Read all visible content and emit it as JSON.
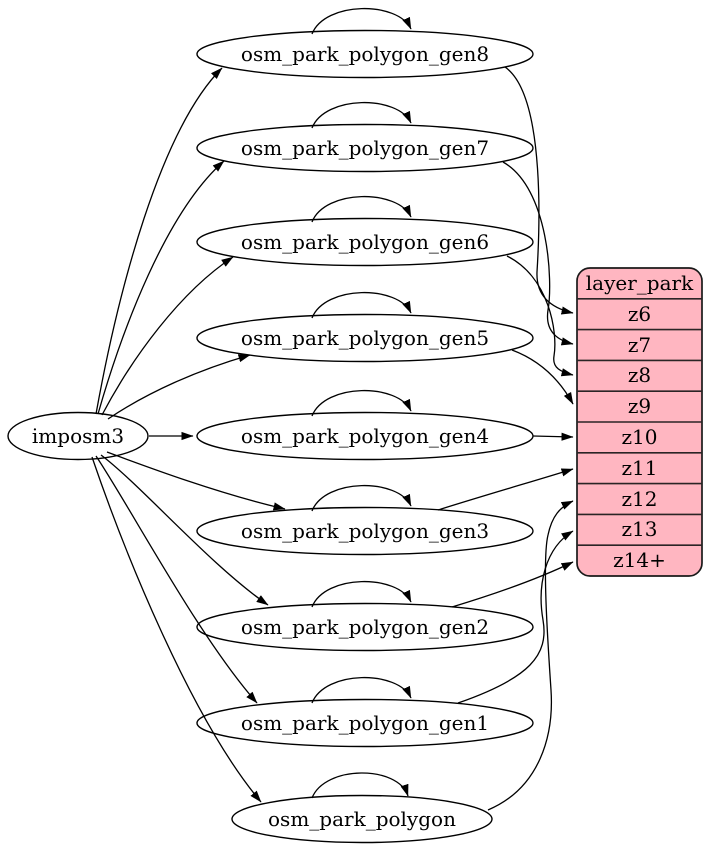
{
  "diagram": {
    "type": "graphviz-dependency-diagram",
    "background": "#ffffff",
    "edge_color": "#000000",
    "node_fill": "#ffffff",
    "node_stroke": "#000000",
    "text_color": "#000000"
  },
  "nodes": [
    {
      "id": "imposm3",
      "label": "imposm3"
    },
    {
      "id": "osm_park_polygon_gen8",
      "label": "osm_park_polygon_gen8"
    },
    {
      "id": "osm_park_polygon_gen7",
      "label": "osm_park_polygon_gen7"
    },
    {
      "id": "osm_park_polygon_gen6",
      "label": "osm_park_polygon_gen6"
    },
    {
      "id": "osm_park_polygon_gen5",
      "label": "osm_park_polygon_gen5"
    },
    {
      "id": "osm_park_polygon_gen4",
      "label": "osm_park_polygon_gen4"
    },
    {
      "id": "osm_park_polygon_gen3",
      "label": "osm_park_polygon_gen3"
    },
    {
      "id": "osm_park_polygon_gen2",
      "label": "osm_park_polygon_gen2"
    },
    {
      "id": "osm_park_polygon_gen1",
      "label": "osm_park_polygon_gen1"
    },
    {
      "id": "osm_park_polygon",
      "label": "osm_park_polygon"
    }
  ],
  "record": {
    "title": "layer_park",
    "rows": [
      "z6",
      "z7",
      "z8",
      "z9",
      "z10",
      "z11",
      "z12",
      "z13",
      "z14+"
    ],
    "fill": "#ffb6c1",
    "stroke": "#1a1a1a"
  },
  "edges": [
    {
      "from": "imposm3",
      "to": "osm_park_polygon_gen8"
    },
    {
      "from": "imposm3",
      "to": "osm_park_polygon_gen7"
    },
    {
      "from": "imposm3",
      "to": "osm_park_polygon_gen6"
    },
    {
      "from": "imposm3",
      "to": "osm_park_polygon_gen5"
    },
    {
      "from": "imposm3",
      "to": "osm_park_polygon_gen4"
    },
    {
      "from": "imposm3",
      "to": "osm_park_polygon_gen3"
    },
    {
      "from": "imposm3",
      "to": "osm_park_polygon_gen2"
    },
    {
      "from": "imposm3",
      "to": "osm_park_polygon_gen1"
    },
    {
      "from": "imposm3",
      "to": "osm_park_polygon"
    },
    {
      "from": "osm_park_polygon_gen8",
      "to": "osm_park_polygon_gen8",
      "type": "self_loop"
    },
    {
      "from": "osm_park_polygon_gen7",
      "to": "osm_park_polygon_gen7",
      "type": "self_loop"
    },
    {
      "from": "osm_park_polygon_gen6",
      "to": "osm_park_polygon_gen6",
      "type": "self_loop"
    },
    {
      "from": "osm_park_polygon_gen5",
      "to": "osm_park_polygon_gen5",
      "type": "self_loop"
    },
    {
      "from": "osm_park_polygon_gen4",
      "to": "osm_park_polygon_gen4",
      "type": "self_loop"
    },
    {
      "from": "osm_park_polygon_gen3",
      "to": "osm_park_polygon_gen3",
      "type": "self_loop"
    },
    {
      "from": "osm_park_polygon_gen2",
      "to": "osm_park_polygon_gen2",
      "type": "self_loop"
    },
    {
      "from": "osm_park_polygon_gen1",
      "to": "osm_park_polygon_gen1",
      "type": "self_loop"
    },
    {
      "from": "osm_park_polygon",
      "to": "osm_park_polygon",
      "type": "self_loop"
    },
    {
      "from": "osm_park_polygon_gen8",
      "to": "layer_park",
      "row": "z6"
    },
    {
      "from": "osm_park_polygon_gen7",
      "to": "layer_park",
      "row": "z7"
    },
    {
      "from": "osm_park_polygon_gen6",
      "to": "layer_park",
      "row": "z8"
    },
    {
      "from": "osm_park_polygon_gen5",
      "to": "layer_park",
      "row": "z9"
    },
    {
      "from": "osm_park_polygon_gen4",
      "to": "layer_park",
      "row": "z10"
    },
    {
      "from": "osm_park_polygon_gen3",
      "to": "layer_park",
      "row": "z11"
    },
    {
      "from": "osm_park_polygon",
      "to": "layer_park",
      "row": "z12"
    },
    {
      "from": "osm_park_polygon_gen1",
      "to": "layer_park",
      "row": "z13"
    },
    {
      "from": "osm_park_polygon_gen2",
      "to": "layer_park",
      "row": "z14+"
    }
  ]
}
